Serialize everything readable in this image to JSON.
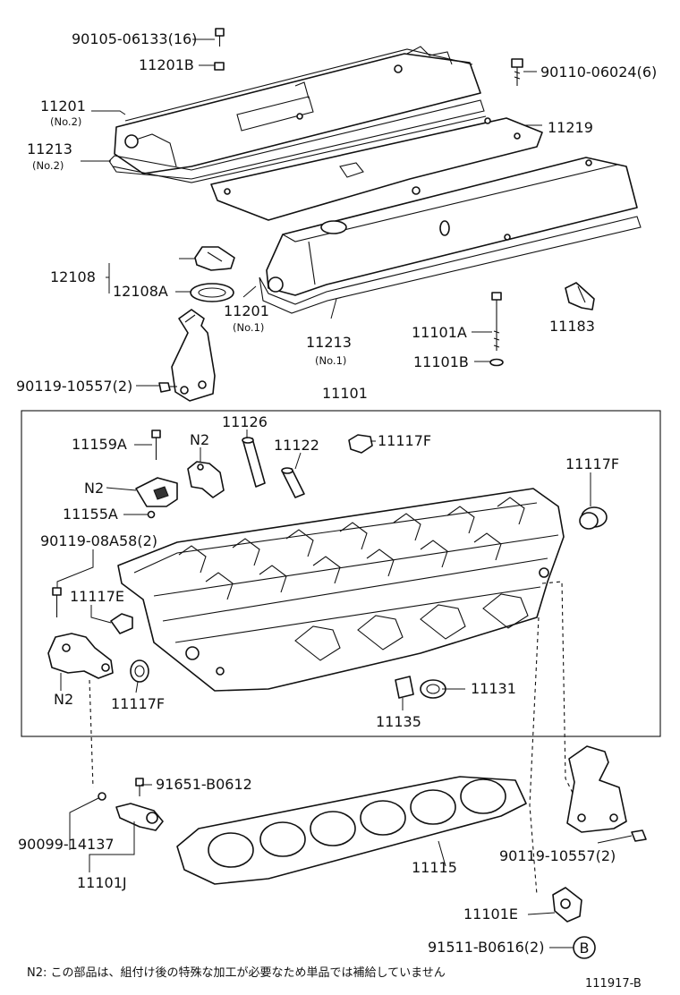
{
  "diagram": {
    "labels": {
      "bolt_top": "90105-06133(16)",
      "cover_nut": "11201B",
      "cover_no2": "11201",
      "cover_no2_sub": "(No.2)",
      "gasket_no2": "11213",
      "gasket_no2_sub": "(No.2)",
      "bolt_right": "90110-06024(6)",
      "plate": "11219",
      "cap": "12108",
      "cap_gasket": "12108A",
      "cover_no1": "11201",
      "cover_no1_sub": "(No.1)",
      "gasket_no1": "11213",
      "gasket_no1_sub": "(No.1)",
      "stud": "11101A",
      "washer": "11101B",
      "plug_small": "11183",
      "hanger_bolt_left": "90119-10557(2)",
      "head_assy": "11101",
      "bolt_11159a": "11159A",
      "n2_top": "N2",
      "guide_11126": "11126",
      "guide_11122": "11122",
      "plug_11117f_top": "11117F",
      "plug_11117f_right": "11117F",
      "n2_left": "N2",
      "pin_11155a": "11155A",
      "bolt_08a58": "90119-08A58(2)",
      "plug_11117e": "11117E",
      "n2_bottom": "N2",
      "plug_11117f_bottom": "11117F",
      "seal_11131": "11131",
      "pin_11135": "11135",
      "bolt_91651": "91651-B0612",
      "pipe_90099": "90099-14137",
      "union_11101j": "11101J",
      "head_gasket": "11115",
      "hanger_bolt_right": "90119-10557(2)",
      "union_11101e": "11101E",
      "bolt_91511": "91511-B0616(2)",
      "circle_b": "B",
      "footnote": "N2: この部品は、組付け後の特殊な加工が必要なため単品では補給していません",
      "figure_code": "111917-B"
    }
  }
}
